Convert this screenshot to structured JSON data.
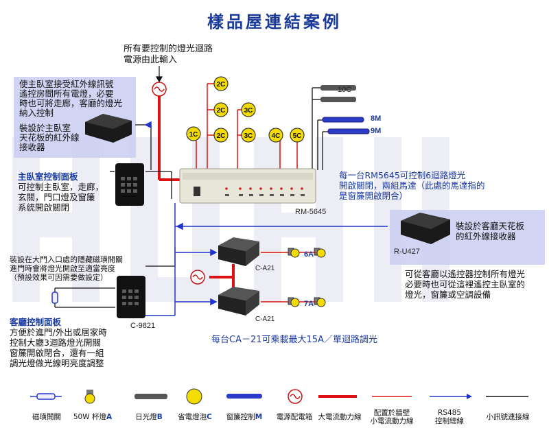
{
  "title": "樣品屋連結案例",
  "notes": {
    "power_input": [
      "所有要控制的燈光迴路",
      "電源由此輸入"
    ],
    "bedroom_ir": [
      "使主臥室接受紅外線訊號",
      "遙控房間所有電燈，必要",
      "時也可將走廊，客廳的燈光",
      "納入控制"
    ],
    "bedroom_ceiling": [
      "裝設於主臥室",
      "天花板的紅外線",
      "接收器"
    ],
    "bedroom_panel_title": "主臥室控制面板",
    "bedroom_panel_desc": [
      "可控制主臥室，走廊，",
      "玄關，門口燈及窗簾",
      "系統開啟關閉"
    ],
    "rm_desc": [
      "每一台RM5645可控制6迴路燈光",
      "開啟關閉，兩組馬達（此處的馬達指的",
      "是窗簾開啟閉合）"
    ],
    "living_ir": [
      "裝設於客廳天花板",
      "的紅外線接收器"
    ],
    "remote_control": [
      "可從客廳以遙控器控制所有燈光",
      "必要時也可從這裡遙控主臥室的",
      "燈光，窗簾或空調設備"
    ],
    "door_sensor": [
      "裝設在大門入口處的隱藏磁璜開關",
      "進門時會將燈光開啟至適當亮度",
      "（預設效果可因需要做設定）"
    ],
    "living_panel_title": "客廳控制面板",
    "living_panel_desc": [
      "方便於進門/外出或居家時",
      "控制大廳3迴路燈光開關",
      "窗簾開啟閉合，還有一組",
      "調光燈做光線明亮度調整"
    ],
    "ca21_desc": "每台CA－21可乘載最大15A／單迴路調光"
  },
  "devices": {
    "rm": "RM-5645",
    "ru": "R-U427",
    "c9821": "C-9821",
    "ca21_top": "C-A21",
    "ca21_bottom": "C-A21"
  },
  "circuits": {
    "c1": "1C",
    "c2a": "2C",
    "c2b": "2C",
    "c2c": "2C",
    "c3a": "3C",
    "c3b": "3C",
    "c4": "4C",
    "c5": "5C",
    "tube": "10C",
    "m8": "8M",
    "m9": "9M",
    "a6": "6A",
    "a7": "7A"
  },
  "legend": [
    {
      "icon": "door-sensor",
      "text": "磁璜開關",
      "mark": ""
    },
    {
      "icon": "bulb",
      "text": "50W 杯燈",
      "mark": "A"
    },
    {
      "icon": "tube",
      "text": "日光燈",
      "mark": "B"
    },
    {
      "icon": "bulb-yellow",
      "text": "省電燈泡",
      "mark": "C"
    },
    {
      "icon": "curtain",
      "text": "窗簾控制",
      "mark": "M"
    },
    {
      "icon": "power",
      "text": "電源配電箱",
      "mark": ""
    },
    {
      "icon": "heavy-red-line",
      "text": "大電流動力線",
      "mark": ""
    },
    {
      "icon": "thin-red-line",
      "text": "配置於牆壁\n小電流動力線",
      "mark": ""
    },
    {
      "icon": "blue-arrow",
      "text": "RS485\n控制總線",
      "mark": ""
    },
    {
      "icon": "black-line",
      "text": "小訊號連接線",
      "mark": ""
    }
  ],
  "colors": {
    "title": "#1a3a9a",
    "heavy": "#dd1111",
    "bus": "#2233cc",
    "bulb": "#f4dc00"
  }
}
